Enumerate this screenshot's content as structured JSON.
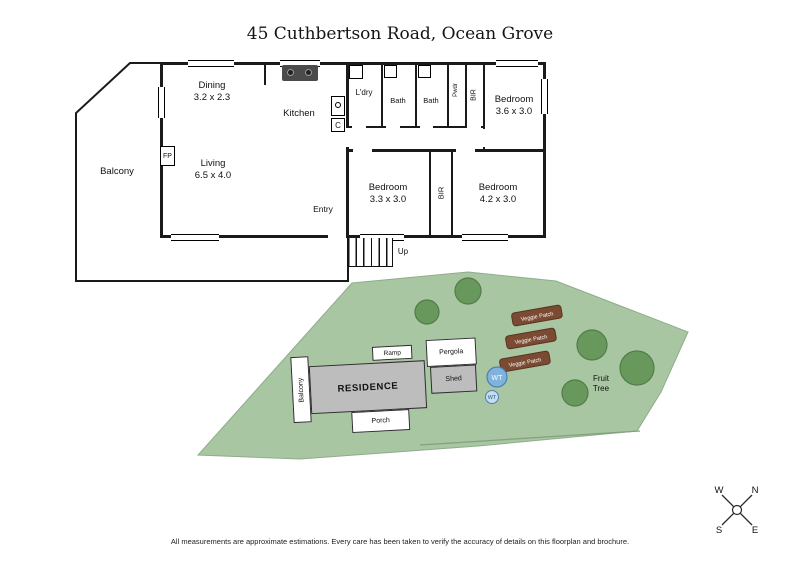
{
  "title": "45 Cuthbertson Road, Ocean Grove",
  "colors": {
    "wall": "#1a1a1a",
    "grass": "#a9c6a3",
    "tree": "#68985c",
    "veggie": "#7b4a33",
    "tank": "#7fb2dd",
    "tank_light": "#c6ddf1"
  },
  "floorplan": {
    "balcony": "Balcony",
    "dining_name": "Dining",
    "dining_dims": "3.2 x 2.3",
    "kitchen": "Kitchen",
    "laundry": "L'dry",
    "bath_left": "Bath",
    "bath_right": "Bath",
    "powder": "Pwdr",
    "bir_top": "BIR",
    "bed1_name": "Bedroom",
    "bed1_dims": "3.6 x 3.0",
    "living_name": "Living",
    "living_dims": "6.5 x 4.0",
    "entry": "Entry",
    "bed2_name": "Bedroom",
    "bed2_dims": "3.3 x 3.0",
    "bir_hall": "BIR",
    "bed3_name": "Bedroom",
    "bed3_dims": "4.2 x 3.0",
    "fireplace": "FP",
    "cupboard": "C",
    "stairs_up": "Up"
  },
  "siteplan": {
    "residence": "RESIDENCE",
    "balcony": "Balcony",
    "ramp": "Ramp",
    "pergola": "Pergola",
    "shed": "Shed",
    "porch": "Porch",
    "water_tank_large": "WT",
    "water_tank_small": "WT",
    "veggie_patch_1": "Veggie Patch",
    "veggie_patch_2": "Veggie Patch",
    "veggie_patch_3": "Veggie Patch",
    "fruit_tree": "Fruit Tree"
  },
  "compass": {
    "north": "N",
    "south": "S",
    "east": "E",
    "west": "W"
  },
  "footer": "All measurements are approximate estimations. Every care has been taken to verify the accuracy of details on this floorplan and brochure."
}
